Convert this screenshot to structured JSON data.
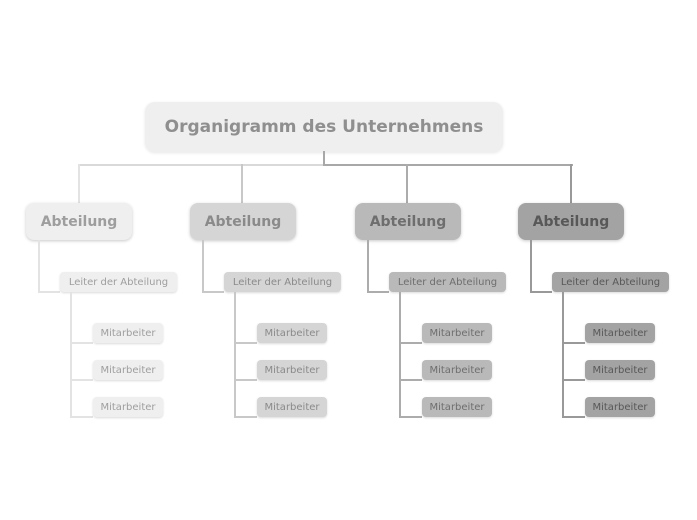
{
  "diagram": {
    "type": "org-chart",
    "root": {
      "label": "Organigramm des Unternehmens"
    },
    "departments": [
      {
        "label": "Abteilung",
        "leader": "Leiter der Abteilung",
        "employees": [
          "Mitarbeiter",
          "Mitarbeiter",
          "Mitarbeiter"
        ],
        "fill": "#efefef",
        "text_color": "#9e9e9e",
        "line_color": "#e3e3e3"
      },
      {
        "label": "Abteilung",
        "leader": "Leiter der Abteilung",
        "employees": [
          "Mitarbeiter",
          "Mitarbeiter",
          "Mitarbeiter"
        ],
        "fill": "#d5d5d5",
        "text_color": "#8a8a8a",
        "line_color": "#c8c8c8"
      },
      {
        "label": "Abteilung",
        "leader": "Leiter der Abteilung",
        "employees": [
          "Mitarbeiter",
          "Mitarbeiter",
          "Mitarbeiter"
        ],
        "fill": "#b9b9b9",
        "text_color": "#6e6e6e",
        "line_color": "#acacac"
      },
      {
        "label": "Abteilung",
        "leader": "Leiter der Abteilung",
        "employees": [
          "Mitarbeiter",
          "Mitarbeiter",
          "Mitarbeiter"
        ],
        "fill": "#a3a3a3",
        "text_color": "#585858",
        "line_color": "#999999"
      }
    ],
    "root_fill": "#efefef",
    "root_text_color": "#8f8f8f",
    "top_connector_left_color": "#d9d9d9",
    "top_connector_right_color": "#a8a8a8"
  }
}
